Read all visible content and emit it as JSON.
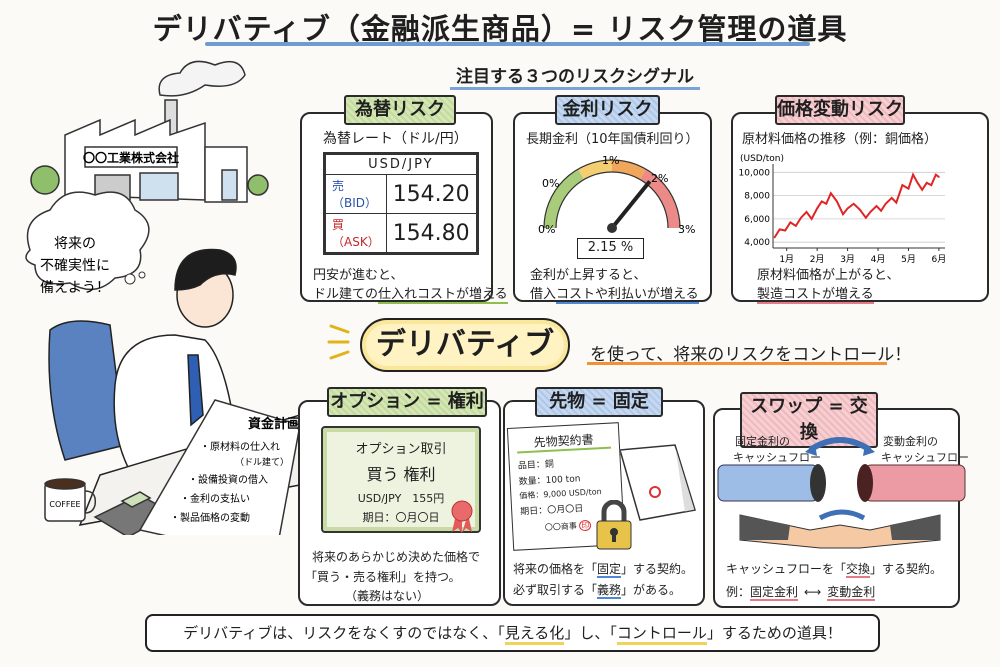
{
  "title": "デリバティブ（金融派生商品）= リスク管理の道具",
  "subtitle": "注目する３つのリスクシグナル",
  "scene": {
    "factory_sign": "〇〇工業株式会社",
    "thought_bubble": [
      "将来の",
      "不確実性に",
      "備えよう！"
    ],
    "mug_label": "COFFEE",
    "notebook": {
      "title": "資金計画",
      "items": [
        "・原材料の仕入れ",
        "（ドル建て）",
        "・設備投資の借入",
        "・金利の支払い",
        "・製品価格の変動"
      ]
    }
  },
  "fx_risk": {
    "tag": "為替リスク",
    "heading": "為替レート（ドル/円）",
    "pair": "USD/JPY",
    "bid_label": "売（BID）",
    "bid": "154.20",
    "ask_label": "買（ASK）",
    "ask": "154.80",
    "note1": "円安が進むと、",
    "note2a": "ドル建ての",
    "note2b": "仕入れコストが増える",
    "bid_color": "#2a52a8",
    "ask_color": "#c62828"
  },
  "rate_risk": {
    "tag": "金利リスク",
    "heading": "長期金利（10年国債利回り）",
    "gauge_labels": [
      "0%",
      "0%",
      "1%",
      "2%",
      "3%"
    ],
    "value": 2.15,
    "value_label": "2.15 %",
    "gauge_min": 0,
    "gauge_max": 3,
    "note1": "金利が上昇すると、",
    "note2a": "借入",
    "note2b": "コストや利払いが増える"
  },
  "price_risk": {
    "tag": "価格変動リスク",
    "heading": "原材料価格の推移（例：銅価格）",
    "note1": "原材料価格が上がると、",
    "note2": "製造コストが増える"
  },
  "chart_data": {
    "type": "line",
    "ylabel": "(USD/ton)",
    "x_ticks": [
      "1月",
      "2月",
      "3月",
      "4月",
      "5月",
      "6月"
    ],
    "y_ticks": [
      "4,000",
      "6,000",
      "8,000",
      "10,000"
    ],
    "ylim": [
      3500,
      10200
    ],
    "xlim": [
      0.55,
      6.2
    ],
    "grid": true,
    "line_color": "#e02525",
    "x": [
      0.6,
      0.77,
      0.95,
      1.12,
      1.3,
      1.47,
      1.65,
      1.82,
      2.0,
      2.15,
      2.3,
      2.45,
      2.65,
      2.85,
      3.0,
      3.2,
      3.4,
      3.6,
      3.75,
      3.95,
      4.1,
      4.25,
      4.45,
      4.6,
      4.8,
      5.0,
      5.15,
      5.3,
      5.45,
      5.6,
      5.75,
      5.9,
      6.0
    ],
    "y": [
      4400,
      5100,
      5000,
      5700,
      5400,
      6100,
      6600,
      6000,
      6900,
      7500,
      7300,
      8200,
      7500,
      6400,
      6900,
      7300,
      6800,
      6100,
      6600,
      7100,
      6700,
      7300,
      7800,
      7400,
      8900,
      8600,
      9800,
      9100,
      8500,
      9100,
      8900,
      9800,
      9600
    ]
  },
  "banner": {
    "word": "デリバティブ",
    "text": "を使って、将来のリスクをコントロール！"
  },
  "option": {
    "tag": "オプション = 権利",
    "cert1": "オプション取引",
    "cert2": "買う 権利",
    "cert3": "USD/JPY　155円",
    "cert4": "期日：〇月〇日",
    "desc1": "将来のあらかじめ決めた価格で",
    "desc2": "「買う・売る権利」を持つ。",
    "desc3": "（義務はない）"
  },
  "futures": {
    "tag": "先物 = 固定",
    "doc_title": "先物契約書",
    "item": "品目：銅",
    "qty": "数量：100 ton",
    "price": "価格：9,000 USD/ton",
    "date": "期日：〇月〇日",
    "company": "〇〇商事",
    "seal": "印",
    "desc1a": "将来の価格を「",
    "desc1b": "固定",
    "desc1c": "」する契約。",
    "desc2a": "必ず取引する「",
    "desc2b": "義務",
    "desc2c": "」がある。"
  },
  "swap": {
    "tag": "スワップ = 交換",
    "left1": "固定金利の",
    "left2": "キャッシュフロー",
    "right1": "変動金利の",
    "right2": "キャッシュフロー",
    "desc1a": "キャッシュフローを「",
    "desc1b": "交換",
    "desc1c": "」する契約。",
    "desc2a": "例：",
    "desc2b": "固定金利",
    "desc2c": "変動金利"
  },
  "footer": {
    "a": "デリバティブは、リスクをなくすのではなく、「",
    "b": "見える化",
    "c": "」し、「",
    "d": "コントロール",
    "e": "」するための道具！"
  }
}
